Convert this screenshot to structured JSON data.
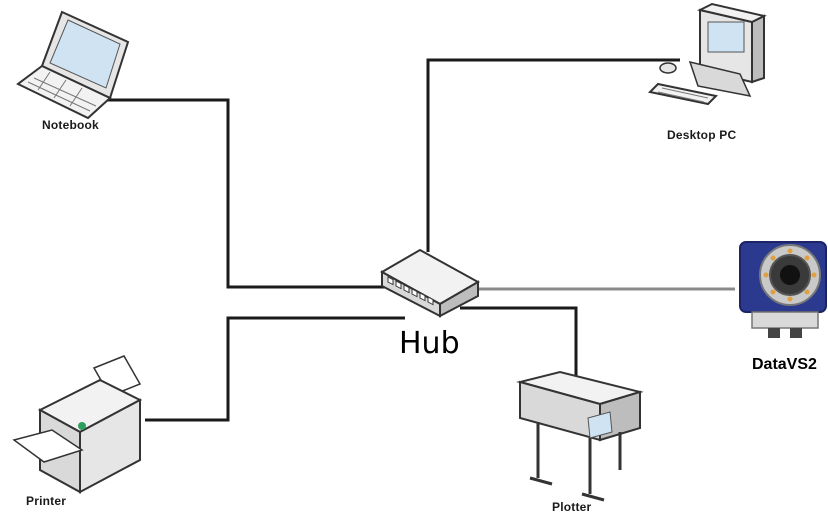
{
  "hub": {
    "label": "Hub"
  },
  "devices": {
    "notebook": {
      "label": "Notebook"
    },
    "desktop": {
      "label": "Desktop PC"
    },
    "datavs2": {
      "label": "DataVS2"
    },
    "printer": {
      "label": "Printer"
    },
    "plotter": {
      "label": "Plotter"
    }
  },
  "colors": {
    "link": "#1a1a1a",
    "datavs2_link": "#8a8a8a",
    "camera_body": "#2b3a8f",
    "camera_ring": "#c9c9c9",
    "device_gray": "#d9d9d9",
    "screen_blue": "#cfe3f3"
  }
}
